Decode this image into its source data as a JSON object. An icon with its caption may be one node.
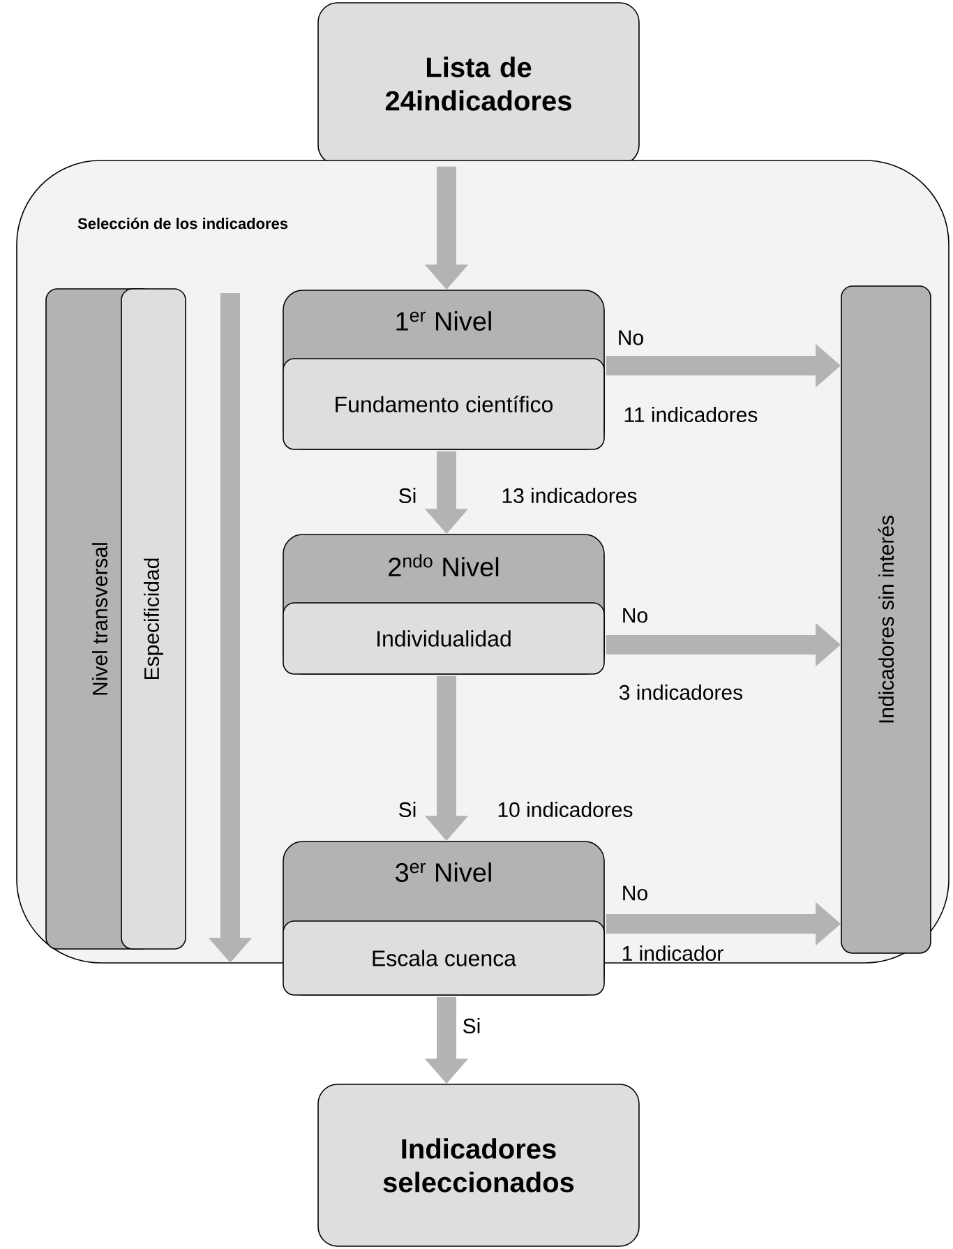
{
  "diagram": {
    "nodes": [
      {
        "text": [
          "Lista de 24indicadores"
        ]
      },
      {
        "text": [
          "Selección de los indicadores"
        ]
      },
      {
        "text": [
          "Nivel transversal"
        ],
        "in": 1
      },
      {
        "text": [
          "Especificidad"
        ],
        "in": 1
      },
      {
        "text": [
          "1$^{er}$ Nivel"
        ],
        "in": 1
      },
      {
        "text": [
          "Fundamento científico"
        ],
        "in": 4
      },
      {
        "text": [
          "2$^{ndo}$ Nivel"
        ],
        "in": 1
      },
      {
        "text": [
          "Individualidad"
        ],
        "in": 6
      },
      {
        "text": [
          "3$^{er}$ Nivel"
        ]
      },
      {
        "text": [
          "Escala cuenca"
        ],
        "in": 8
      },
      {
        "text": [
          "Indicadores sin interés"
        ],
        "in": 1
      },
      {
        "text": [
          "Indicadores seleccionados"
        ]
      }
    ],
    "edges": [
      {
        "from": 0,
        "to": 4,
        "arrow": "to"
      },
      {
        "from": 4,
        "to": 6,
        "arrow": "to",
        "label": "Si"
      },
      {
        "from": 6,
        "to": 8,
        "arrow": "to",
        "label": "Si"
      },
      {
        "from": 8,
        "to": 11,
        "arrow": "to",
        "label": "Si"
      },
      {
        "from": 4,
        "to": 10,
        "arrow": "to",
        "label": "No"
      },
      {
        "from": 6,
        "to": 10,
        "arrow": "to",
        "label": "No"
      },
      {
        "from": 8,
        "to": 10,
        "arrow": "to",
        "label": "No"
      }
    ],
    "labels": [
      "11 indicadores",
      "13 indicadores",
      "3 indicadores",
      "10 indicadores",
      "1 indicador"
    ]
  }
}
